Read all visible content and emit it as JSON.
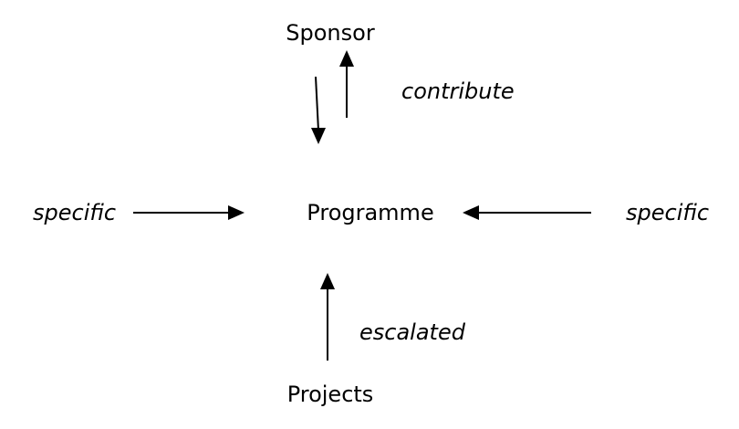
{
  "nodes": {
    "sponsor": "Sponsor",
    "programme": "Programme",
    "projects": "Projects"
  },
  "edge_labels": {
    "sponsor_link": "contribute",
    "left_input": "specific",
    "right_input": "specific",
    "projects_link": "escalated"
  },
  "colors": {
    "text": "#000000",
    "arrows": "#000000",
    "background": "#ffffff"
  }
}
